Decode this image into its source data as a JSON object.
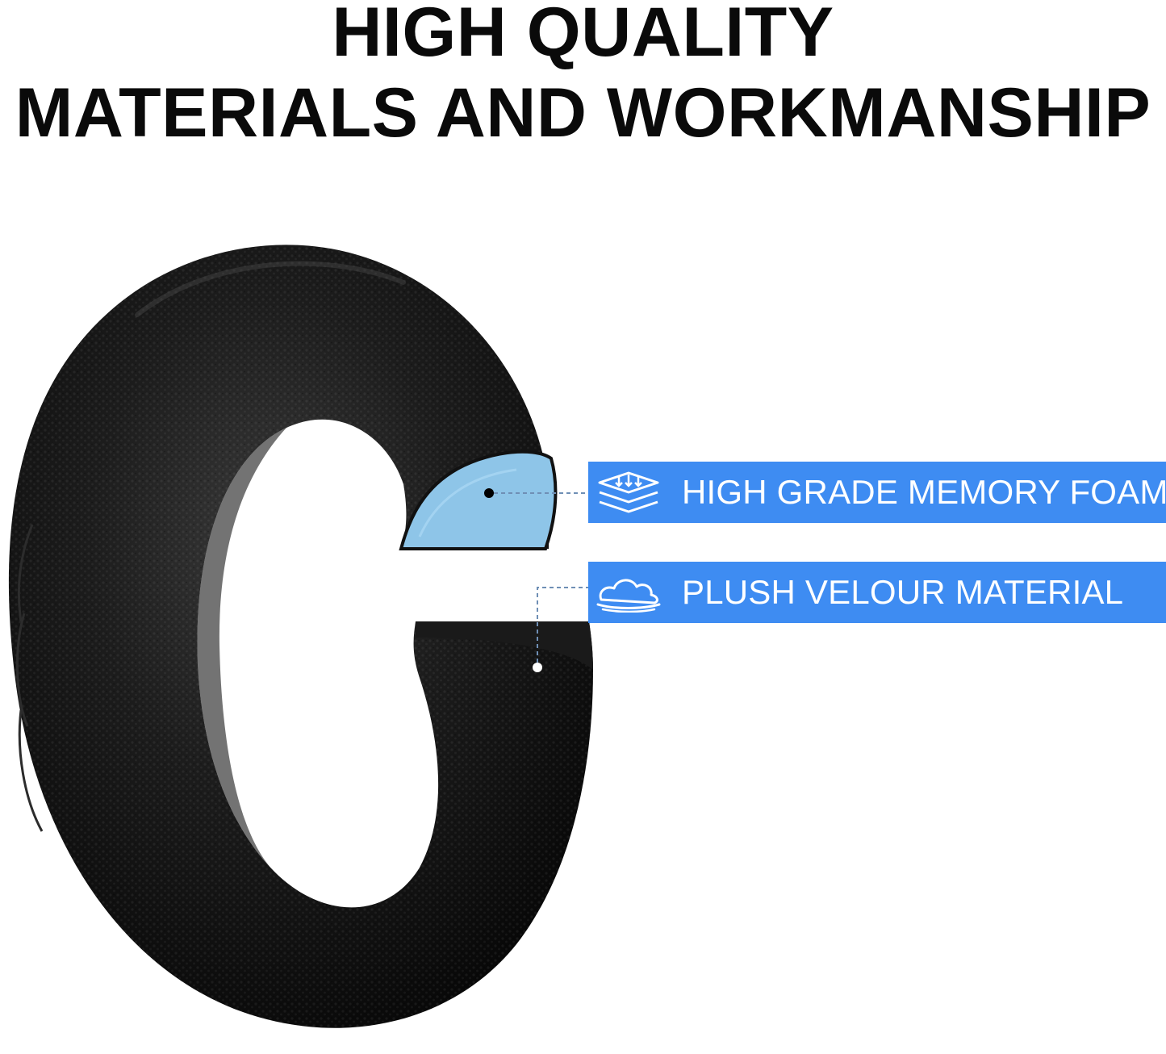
{
  "headline": {
    "line1": "HIGH QUALITY",
    "line2": "MATERIALS AND WORKMANSHIP"
  },
  "features": [
    {
      "label": "HIGH GRADE MEMORY FOAM",
      "icon": "layers-icon"
    },
    {
      "label": "PLUSH VELOUR MATERIAL",
      "icon": "cloud-icon"
    }
  ],
  "colors": {
    "accent": "#3e8cf2",
    "foam": "#8ec5e8",
    "leather": "#121212",
    "text": "#0a0a0a"
  }
}
